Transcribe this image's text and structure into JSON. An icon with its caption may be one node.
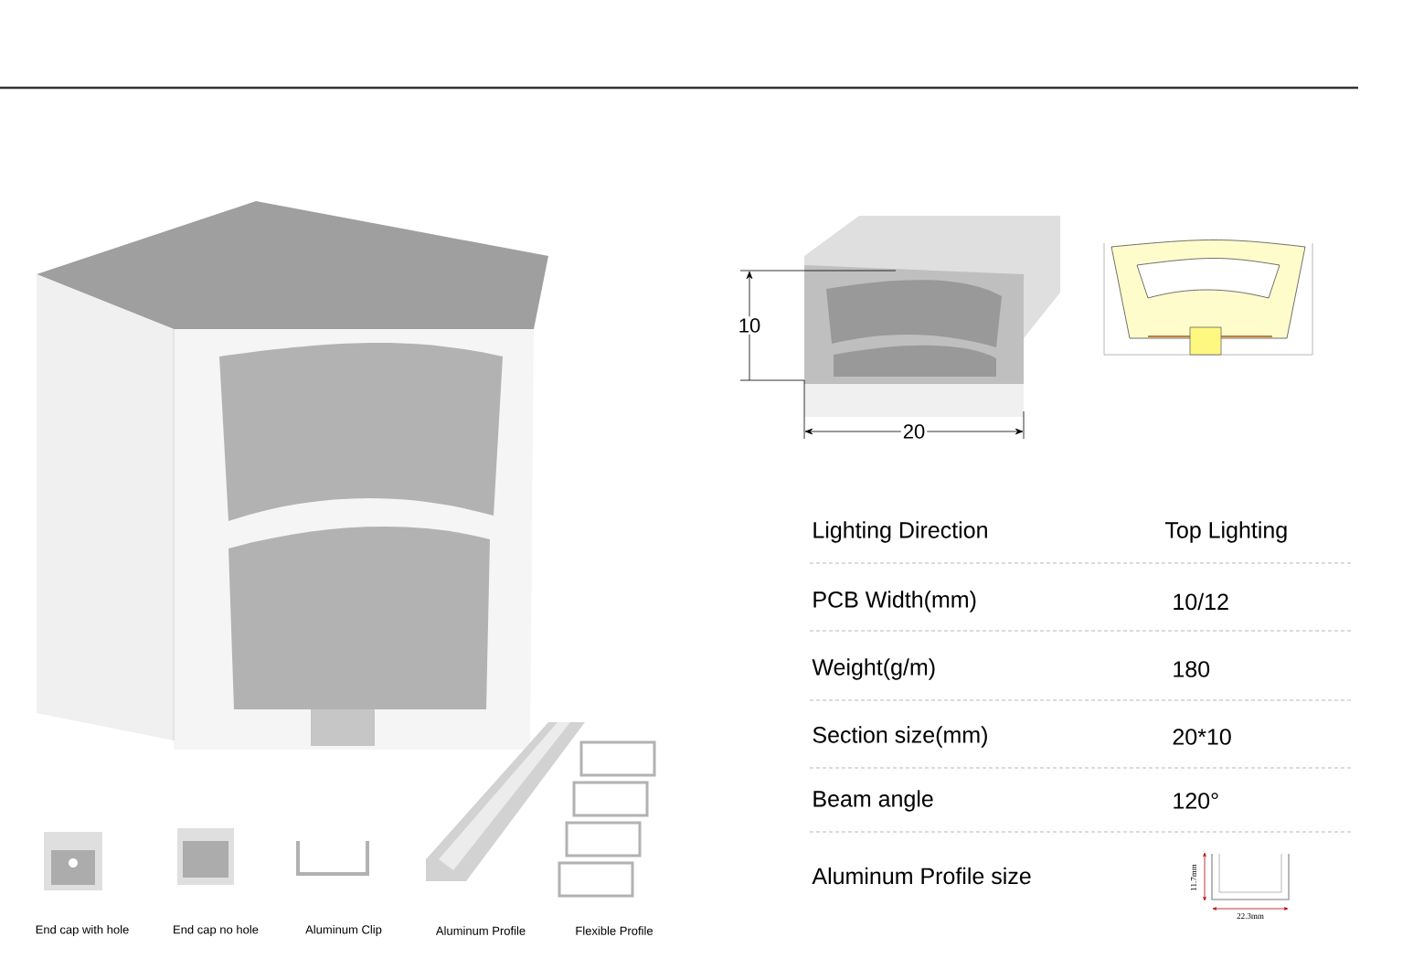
{
  "diagram": {
    "labels": [
      "10",
      "20",
      "Lighting  Direction",
      "Top Lighting",
      "PCB  Width(mm)",
      "10/12",
      "Weight(g/m)",
      "180",
      "Section size(mm)",
      "20*10",
      "Beam angle",
      "120°",
      "Aluminum Profile size",
      "11.7mm",
      "22.3mm",
      "End cap with hole",
      "End cap no hole",
      "Aluminum Clip",
      "Aluminum Profile",
      "Flexible Profile"
    ]
  }
}
